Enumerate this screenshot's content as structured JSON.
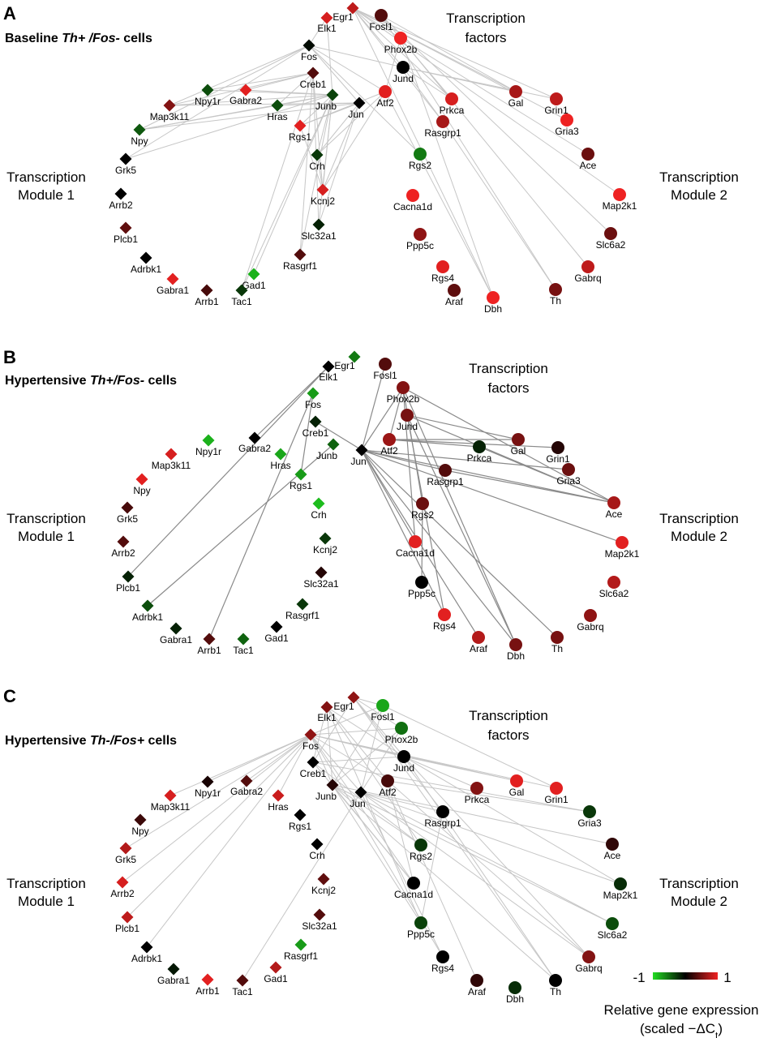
{
  "scale": {
    "min_label": "-1",
    "max_label": "1",
    "title": "Relative gene expression",
    "subtitle_prefix": "(scaled −ΔC",
    "subtitle_sub": "t",
    "subtitle_suffix": ")",
    "colors": {
      "low": "#22dd22",
      "mid": "#000000",
      "high": "#ee2222"
    }
  },
  "panels": [
    {
      "id": "A",
      "letter": "A",
      "title": {
        "pre": "Baseline ",
        "italic": "Th+ /Fos-",
        "post": " cells"
      },
      "labels": {
        "tf": [
          "Transcription",
          "factors"
        ],
        "m1": [
          "Transcription",
          "Module 1"
        ],
        "m2": [
          "Transcription",
          "Module 2"
        ]
      },
      "nodes": [
        {
          "name": "Elk1",
          "shape": "d",
          "v": 0.9
        },
        {
          "name": "Egr1",
          "shape": "d",
          "v": 0.8
        },
        {
          "name": "Fosl1",
          "shape": "c",
          "v": 0.35
        },
        {
          "name": "Fos",
          "shape": "d",
          "v": -0.05
        },
        {
          "name": "Phox2b",
          "shape": "c",
          "v": 1.0
        },
        {
          "name": "Jund",
          "shape": "c",
          "v": 0.0
        },
        {
          "name": "Creb1",
          "shape": "d",
          "v": 0.35
        },
        {
          "name": "Junb",
          "shape": "d",
          "v": -0.3
        },
        {
          "name": "Jun",
          "shape": "d",
          "v": 0.0
        },
        {
          "name": "Atf2",
          "shape": "c",
          "v": 0.95
        },
        {
          "name": "Npy1r",
          "shape": "d",
          "v": -0.35
        },
        {
          "name": "Gabra2",
          "shape": "d",
          "v": 0.95
        },
        {
          "name": "Hras",
          "shape": "d",
          "v": -0.35
        },
        {
          "name": "Map3k11",
          "shape": "d",
          "v": 0.55
        },
        {
          "name": "Rgs1",
          "shape": "d",
          "v": 0.95
        },
        {
          "name": "Npy",
          "shape": "d",
          "v": -0.4
        },
        {
          "name": "Grk5",
          "shape": "d",
          "v": 0.0
        },
        {
          "name": "Crh",
          "shape": "d",
          "v": -0.25
        },
        {
          "name": "Arrb2",
          "shape": "d",
          "v": 0.0
        },
        {
          "name": "Kcnj2",
          "shape": "d",
          "v": 0.9
        },
        {
          "name": "Plcb1",
          "shape": "d",
          "v": 0.4
        },
        {
          "name": "Slc32a1",
          "shape": "d",
          "v": -0.15
        },
        {
          "name": "Adrbk1",
          "shape": "d",
          "v": 0.0
        },
        {
          "name": "Rasgrf1",
          "shape": "d",
          "v": 0.35
        },
        {
          "name": "Gabra1",
          "shape": "d",
          "v": 0.95
        },
        {
          "name": "Gad1",
          "shape": "d",
          "v": -0.8
        },
        {
          "name": "Arrb1",
          "shape": "d",
          "v": 0.3
        },
        {
          "name": "Tac1",
          "shape": "d",
          "v": -0.25
        },
        {
          "name": "Prkca",
          "shape": "c",
          "v": 0.9
        },
        {
          "name": "Gal",
          "shape": "c",
          "v": 0.7
        },
        {
          "name": "Grin1",
          "shape": "c",
          "v": 0.8
        },
        {
          "name": "Gria3",
          "shape": "c",
          "v": 1.0
        },
        {
          "name": "Rasgrp1",
          "shape": "c",
          "v": 0.7
        },
        {
          "name": "Rgs2",
          "shape": "c",
          "v": -0.55
        },
        {
          "name": "Ace",
          "shape": "c",
          "v": 0.45
        },
        {
          "name": "Cacna1d",
          "shape": "c",
          "v": 1.0
        },
        {
          "name": "Map2k1",
          "shape": "c",
          "v": 1.0
        },
        {
          "name": "Ppp5c",
          "shape": "c",
          "v": 0.6
        },
        {
          "name": "Slc6a2",
          "shape": "c",
          "v": 0.45
        },
        {
          "name": "Rgs4",
          "shape": "c",
          "v": 0.95
        },
        {
          "name": "Gabrq",
          "shape": "c",
          "v": 0.8
        },
        {
          "name": "Araf",
          "shape": "c",
          "v": 0.4
        },
        {
          "name": "Dbh",
          "shape": "c",
          "v": 1.0
        },
        {
          "name": "Th",
          "shape": "c",
          "v": 0.5
        }
      ]
    },
    {
      "id": "B",
      "letter": "B",
      "title": {
        "pre": "Hypertensive ",
        "italic": "Th+/Fos-",
        "post": " cells"
      },
      "labels": {
        "tf": [
          "Transcription",
          "factors"
        ],
        "m1": [
          "Transcription",
          "Module 1"
        ],
        "m2": [
          "Transcription",
          "Module 2"
        ]
      },
      "nodes": [
        {
          "name": "Elk1",
          "shape": "d",
          "v": 0.0
        },
        {
          "name": "Egr1",
          "shape": "d",
          "v": -0.55
        },
        {
          "name": "Fosl1",
          "shape": "c",
          "v": 0.35
        },
        {
          "name": "Fos",
          "shape": "d",
          "v": -0.7
        },
        {
          "name": "Phox2b",
          "shape": "c",
          "v": 0.55
        },
        {
          "name": "Jund",
          "shape": "c",
          "v": 0.5
        },
        {
          "name": "Creb1",
          "shape": "d",
          "v": -0.15
        },
        {
          "name": "Junb",
          "shape": "d",
          "v": -0.45
        },
        {
          "name": "Jun",
          "shape": "d",
          "v": 0.0
        },
        {
          "name": "Atf2",
          "shape": "c",
          "v": 0.65
        },
        {
          "name": "Npy1r",
          "shape": "d",
          "v": -0.8
        },
        {
          "name": "Gabra2",
          "shape": "d",
          "v": 0.0
        },
        {
          "name": "Hras",
          "shape": "d",
          "v": -0.75
        },
        {
          "name": "Map3k11",
          "shape": "d",
          "v": 0.9
        },
        {
          "name": "Rgs1",
          "shape": "d",
          "v": -0.7
        },
        {
          "name": "Npy",
          "shape": "d",
          "v": 0.95
        },
        {
          "name": "Grk5",
          "shape": "d",
          "v": 0.3
        },
        {
          "name": "Crh",
          "shape": "d",
          "v": -0.85
        },
        {
          "name": "Arrb2",
          "shape": "d",
          "v": 0.35
        },
        {
          "name": "Kcnj2",
          "shape": "d",
          "v": -0.25
        },
        {
          "name": "Plcb1",
          "shape": "d",
          "v": -0.15
        },
        {
          "name": "Slc32a1",
          "shape": "d",
          "v": 0.15
        },
        {
          "name": "Adrbk1",
          "shape": "d",
          "v": -0.35
        },
        {
          "name": "Rasgrf1",
          "shape": "d",
          "v": -0.25
        },
        {
          "name": "Gabra1",
          "shape": "d",
          "v": -0.15
        },
        {
          "name": "Gad1",
          "shape": "d",
          "v": 0.0
        },
        {
          "name": "Arrb1",
          "shape": "d",
          "v": 0.35
        },
        {
          "name": "Tac1",
          "shape": "d",
          "v": -0.45
        },
        {
          "name": "Prkca",
          "shape": "c",
          "v": -0.15
        },
        {
          "name": "Gal",
          "shape": "c",
          "v": 0.5
        },
        {
          "name": "Grin1",
          "shape": "c",
          "v": 0.15
        },
        {
          "name": "Gria3",
          "shape": "c",
          "v": 0.45
        },
        {
          "name": "Rasgrp1",
          "shape": "c",
          "v": 0.35
        },
        {
          "name": "Rgs2",
          "shape": "c",
          "v": 0.45
        },
        {
          "name": "Ace",
          "shape": "c",
          "v": 0.7
        },
        {
          "name": "Cacna1d",
          "shape": "c",
          "v": 0.95
        },
        {
          "name": "Map2k1",
          "shape": "c",
          "v": 0.95
        },
        {
          "name": "Ppp5c",
          "shape": "c",
          "v": 0.0
        },
        {
          "name": "Slc6a2",
          "shape": "c",
          "v": 0.75
        },
        {
          "name": "Rgs4",
          "shape": "c",
          "v": 0.95
        },
        {
          "name": "Gabrq",
          "shape": "c",
          "v": 0.6
        },
        {
          "name": "Araf",
          "shape": "c",
          "v": 0.75
        },
        {
          "name": "Dbh",
          "shape": "c",
          "v": 0.5
        },
        {
          "name": "Th",
          "shape": "c",
          "v": 0.5
        }
      ]
    },
    {
      "id": "C",
      "letter": "C",
      "title": {
        "pre": "Hypertensive ",
        "italic": "Th-/Fos+",
        "post": " cells"
      },
      "labels": {
        "tf": [
          "Transcription",
          "factors"
        ],
        "m1": [
          "Transcription",
          "Module 1"
        ],
        "m2": [
          "Transcription",
          "Module 2"
        ]
      },
      "nodes": [
        {
          "name": "Elk1",
          "shape": "d",
          "v": 0.55
        },
        {
          "name": "Egr1",
          "shape": "d",
          "v": 0.6
        },
        {
          "name": "Fosl1",
          "shape": "c",
          "v": -0.75
        },
        {
          "name": "Fos",
          "shape": "d",
          "v": 0.6
        },
        {
          "name": "Phox2b",
          "shape": "c",
          "v": -0.5
        },
        {
          "name": "Jund",
          "shape": "c",
          "v": 0.0
        },
        {
          "name": "Creb1",
          "shape": "d",
          "v": 0.0
        },
        {
          "name": "Junb",
          "shape": "d",
          "v": 0.15
        },
        {
          "name": "Jun",
          "shape": "d",
          "v": 0.0
        },
        {
          "name": "Atf2",
          "shape": "c",
          "v": 0.3
        },
        {
          "name": "Npy1r",
          "shape": "d",
          "v": 0.1
        },
        {
          "name": "Gabra2",
          "shape": "d",
          "v": 0.35
        },
        {
          "name": "Hras",
          "shape": "d",
          "v": 0.85
        },
        {
          "name": "Map3k11",
          "shape": "d",
          "v": 0.9
        },
        {
          "name": "Rgs1",
          "shape": "d",
          "v": 0.0
        },
        {
          "name": "Npy",
          "shape": "d",
          "v": 0.25
        },
        {
          "name": "Grk5",
          "shape": "d",
          "v": 0.75
        },
        {
          "name": "Crh",
          "shape": "d",
          "v": 0.0
        },
        {
          "name": "Arrb2",
          "shape": "d",
          "v": 0.9
        },
        {
          "name": "Kcnj2",
          "shape": "d",
          "v": 0.4
        },
        {
          "name": "Plcb1",
          "shape": "d",
          "v": 0.8
        },
        {
          "name": "Slc32a1",
          "shape": "d",
          "v": 0.35
        },
        {
          "name": "Adrbk1",
          "shape": "d",
          "v": 0.0
        },
        {
          "name": "Rasgrf1",
          "shape": "d",
          "v": -0.7
        },
        {
          "name": "Gabra1",
          "shape": "d",
          "v": -0.1
        },
        {
          "name": "Gad1",
          "shape": "d",
          "v": 0.75
        },
        {
          "name": "Arrb1",
          "shape": "d",
          "v": 0.95
        },
        {
          "name": "Tac1",
          "shape": "d",
          "v": 0.35
        },
        {
          "name": "Prkca",
          "shape": "c",
          "v": 0.55
        },
        {
          "name": "Gal",
          "shape": "c",
          "v": 0.95
        },
        {
          "name": "Grin1",
          "shape": "c",
          "v": 0.95
        },
        {
          "name": "Gria3",
          "shape": "c",
          "v": -0.25
        },
        {
          "name": "Rasgrp1",
          "shape": "c",
          "v": 0.0
        },
        {
          "name": "Rgs2",
          "shape": "c",
          "v": -0.25
        },
        {
          "name": "Ace",
          "shape": "c",
          "v": 0.2
        },
        {
          "name": "Cacna1d",
          "shape": "c",
          "v": 0.0
        },
        {
          "name": "Map2k1",
          "shape": "c",
          "v": -0.2
        },
        {
          "name": "Ppp5c",
          "shape": "c",
          "v": -0.3
        },
        {
          "name": "Slc6a2",
          "shape": "c",
          "v": -0.35
        },
        {
          "name": "Rgs4",
          "shape": "c",
          "v": 0.0
        },
        {
          "name": "Gabrq",
          "shape": "c",
          "v": 0.55
        },
        {
          "name": "Araf",
          "shape": "c",
          "v": 0.2
        },
        {
          "name": "Dbh",
          "shape": "c",
          "v": -0.2
        },
        {
          "name": "Th",
          "shape": "c",
          "v": 0.0
        }
      ]
    }
  ]
}
